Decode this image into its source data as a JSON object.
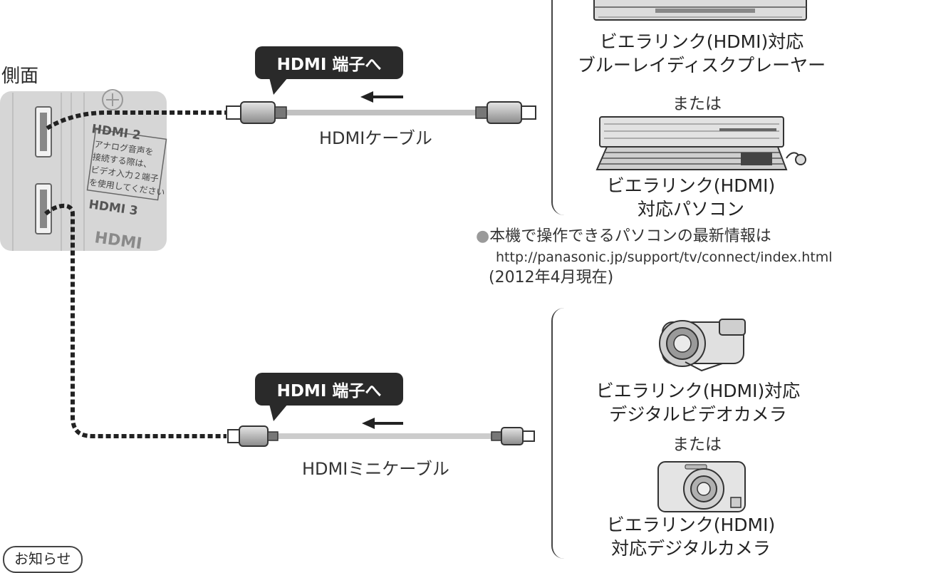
{
  "side_label": "側面",
  "tv_panel": {
    "port_hdmi2": "HDMI 2",
    "port_hdmi3": "HDMI 3",
    "notice_lines": [
      "アナログ音声を",
      "接続する際は、",
      "ビデオ入力２端子",
      "を使用してください"
    ],
    "hdmi_logo": "HDMI"
  },
  "top": {
    "callout": "HDMI 端子へ",
    "cable_label": "HDMIケーブル",
    "device1_line1": "ビエラリンク(HDMI)対応",
    "device1_line2": "ブルーレイディスクプレーヤー",
    "or_label": "または",
    "device2_line1": "ビエラリンク(HDMI)",
    "device2_line2": "対応パソコン",
    "note_line1": "本機で操作できるパソコンの最新情報は",
    "note_url": "http://panasonic.jp/support/tv/connect/index.html",
    "note_date": "(2012年4月現在)"
  },
  "bottom": {
    "callout": "HDMI 端子へ",
    "cable_label": "HDMIミニケーブル",
    "device1_line1": "ビエラリンク(HDMI)対応",
    "device1_line2": "デジタルビデオカメラ",
    "or_label": "または",
    "device2_line1": "ビエラリンク(HDMI)",
    "device2_line2": "対応デジタルカメラ"
  },
  "notice_badge": "お知らせ"
}
